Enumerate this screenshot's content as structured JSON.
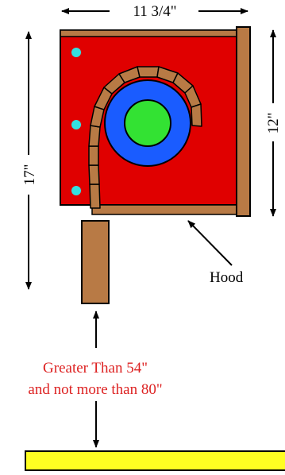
{
  "labels": {
    "width": "11 3/4\"",
    "height_side": "12\"",
    "height_total": "17\"",
    "hood": "Hood",
    "requirement_line1": "Greater Than 54\"",
    "requirement_line2": "and not more than 80\""
  },
  "colors": {
    "box_red": "#e00000",
    "wood": "#b87a45",
    "wheel_blue": "#1a5cff",
    "hub_green": "#33e233",
    "dot_cyan": "#33e0e0",
    "floor_yellow": "#ffff22",
    "requirement_text": "#dd2222"
  },
  "icons": {
    "arrow_style": "solid-black-triangle"
  }
}
